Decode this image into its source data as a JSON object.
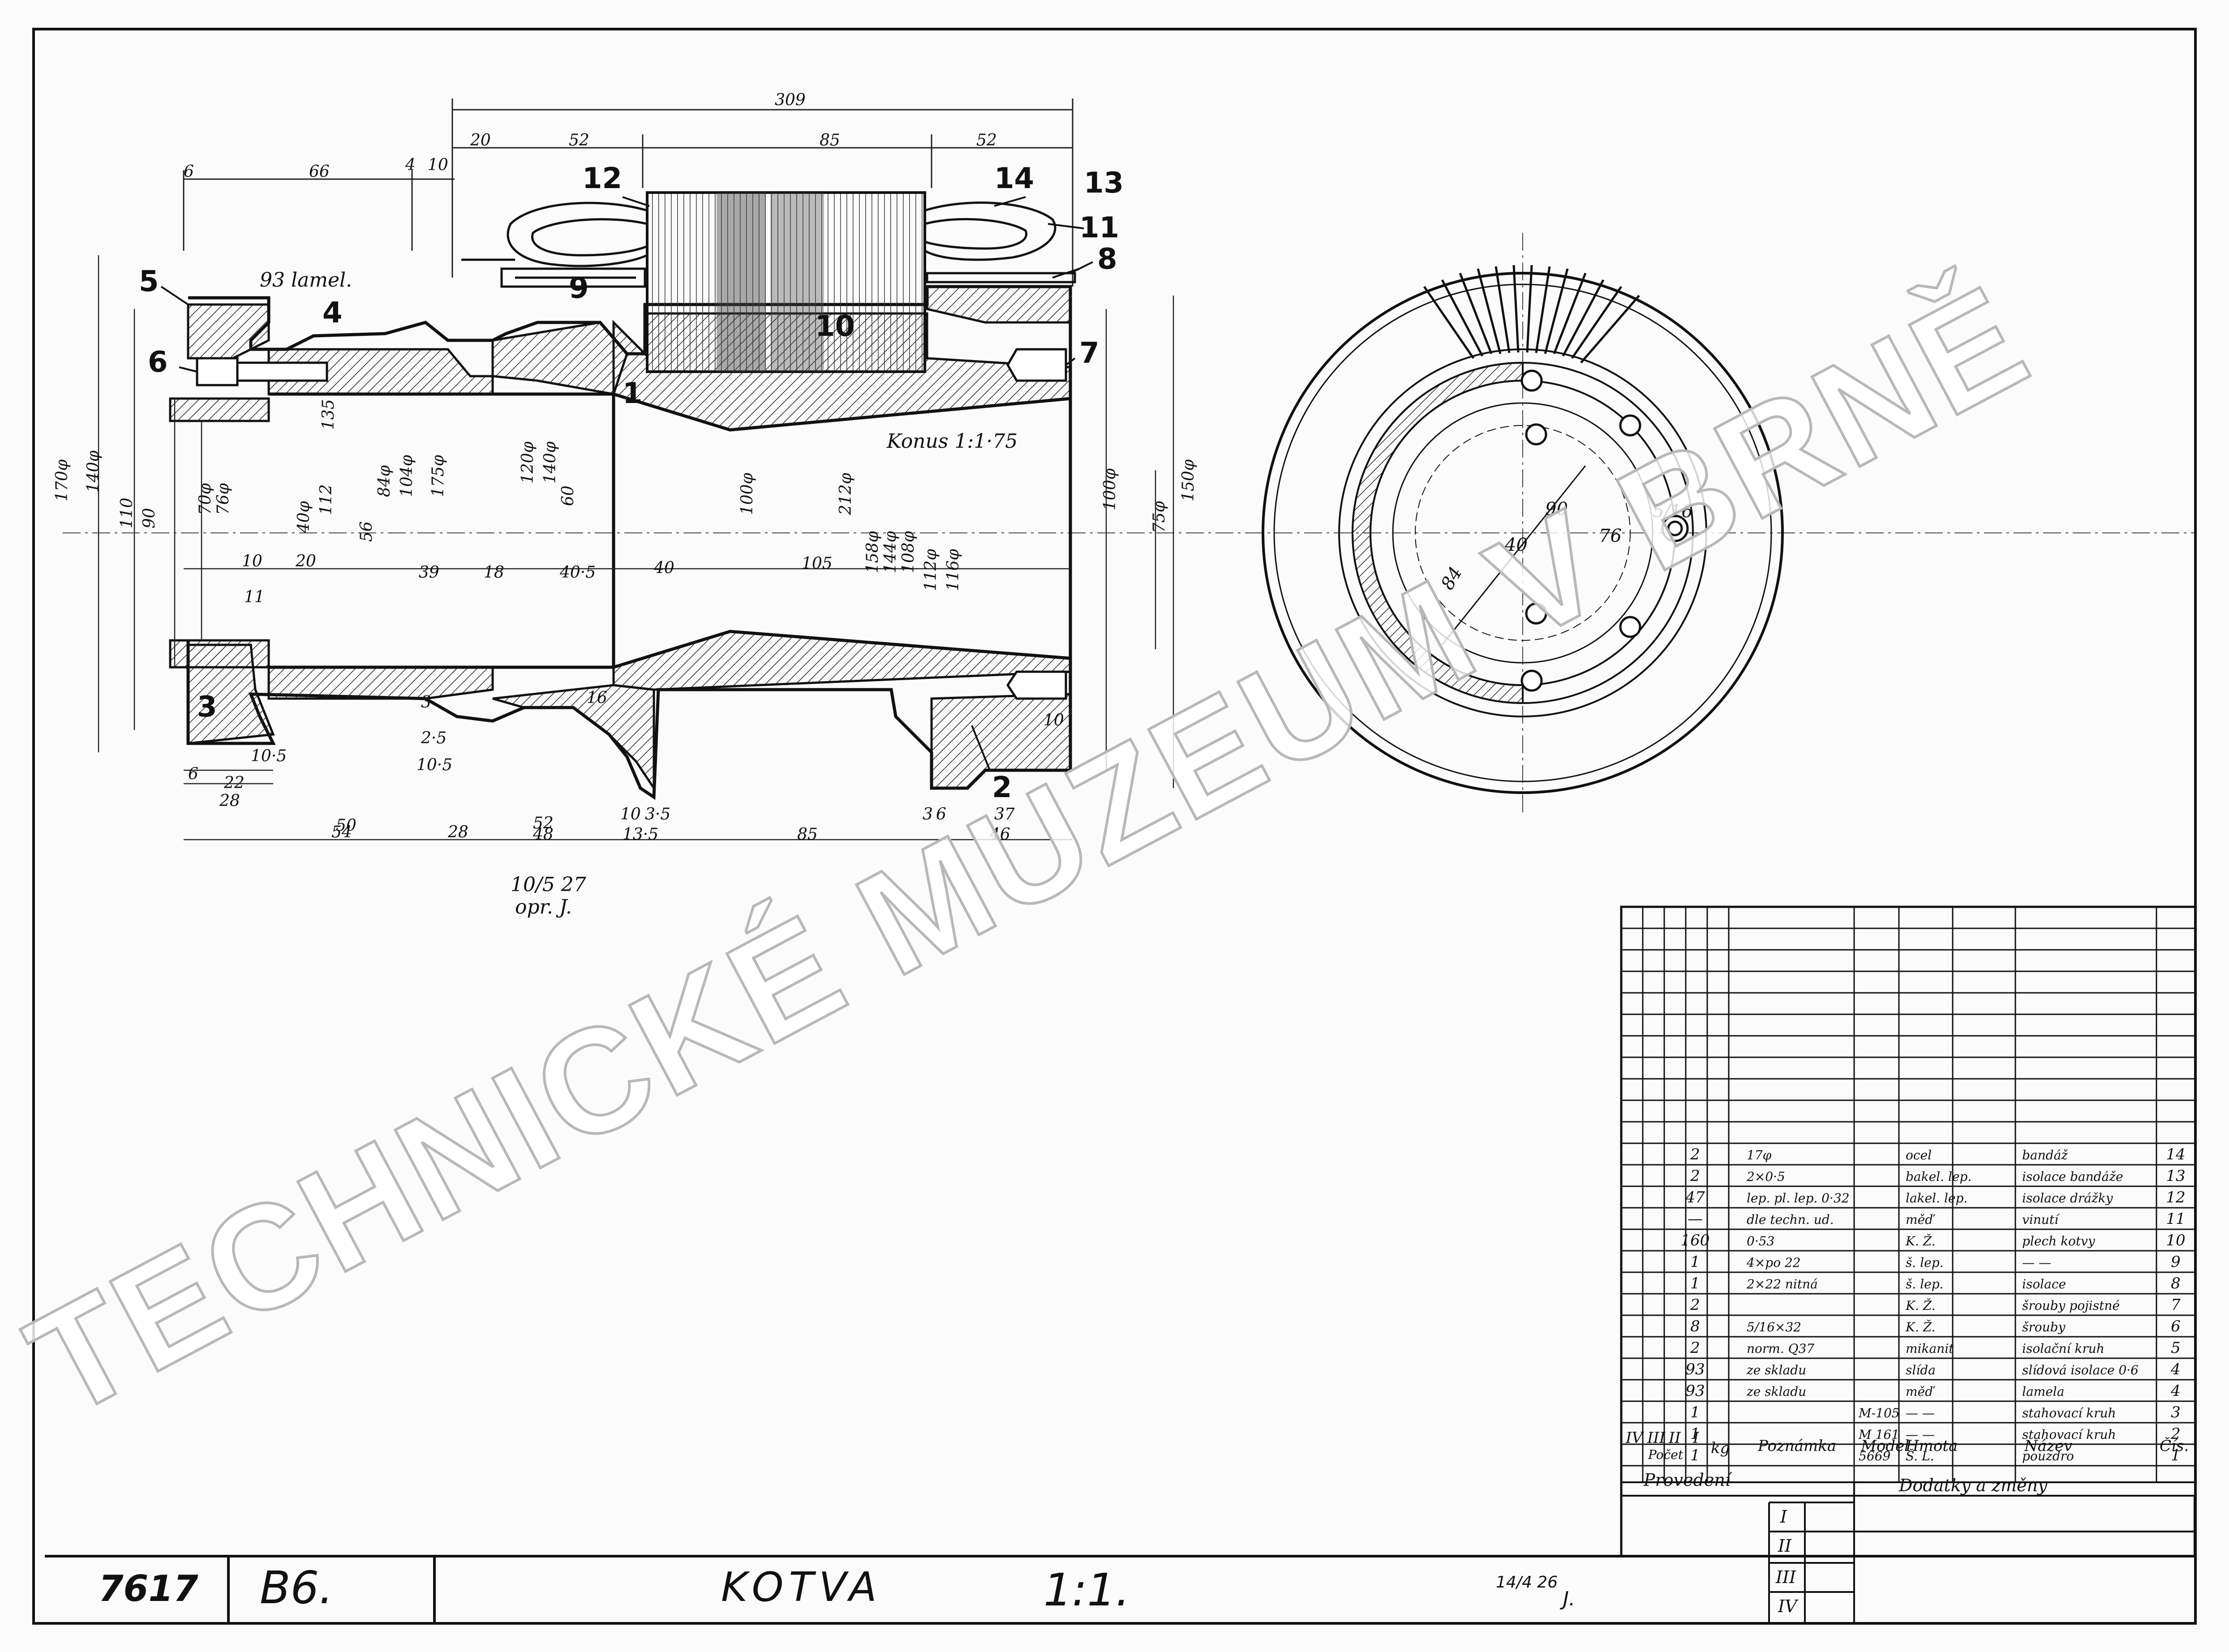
{
  "drawing": {
    "number": "7617",
    "format": "B6.",
    "title": "KOTVA",
    "scale": "1:1.",
    "date_sign": "14/4 26",
    "initial": "J.",
    "revision_note": "10/5 27",
    "revision_sign": "opr. J."
  },
  "watermark": "TECHNICKÉ MUZEUM V BRNĚ",
  "section_view": {
    "part_labels": [
      "1",
      "2",
      "3",
      "4",
      "5",
      "6",
      "7",
      "8",
      "9",
      "10",
      "11",
      "12",
      "13",
      "14"
    ],
    "notes": {
      "lamellae": "93 lamel.",
      "taper": "Konus 1:1·75"
    },
    "dims_top": [
      "309",
      "20",
      "52",
      "85",
      "52",
      "6",
      "66",
      "4",
      "10"
    ],
    "dims_left": [
      "170φ",
      "140φ",
      "110",
      "90",
      "70φ",
      "76φ",
      "135",
      "40φ",
      "112",
      "56",
      "84φ",
      "104φ",
      "175φ",
      "120φ",
      "140φ",
      "60",
      "10",
      "20",
      "11",
      "39",
      "18",
      "40·5",
      "40",
      "105"
    ],
    "dims_right": [
      "212φ",
      "100φ",
      "158φ",
      "144φ",
      "108φ",
      "112φ",
      "116φ",
      "100φ",
      "75φ",
      "150φ",
      "10"
    ],
    "dims_bottom": [
      "6",
      "22",
      "28",
      "10·5",
      "50",
      "54",
      "10·5",
      "2·5",
      "28",
      "52",
      "48",
      "10",
      "3·5",
      "13·5",
      "85",
      "3",
      "6",
      "37",
      "46",
      "3",
      "16"
    ]
  },
  "end_view": {
    "dims": [
      "90",
      "40",
      "76",
      "84",
      "5/16"
    ]
  },
  "bom": {
    "rows": [
      {
        "qty": "2",
        "dims": "17φ",
        "model": "",
        "sheet": "ocel",
        "name": "bandáž",
        "pos": "14"
      },
      {
        "qty": "2",
        "dims": "2×0·5",
        "model": "",
        "sheet": "bakel. lep.",
        "name": "isolace bandáže",
        "pos": "13"
      },
      {
        "qty": "47",
        "dims": "lep. pl. lep. 0·32",
        "model": "",
        "sheet": "lakel. lep.",
        "name": "isolace drážky",
        "pos": "12"
      },
      {
        "qty": "—",
        "dims": "dle techn. ud.",
        "model": "",
        "sheet": "měď",
        "name": "vinutí",
        "pos": "11"
      },
      {
        "qty": "160",
        "dims": "0·53",
        "model": "",
        "sheet": "K. Ž.",
        "name": "plech kotvy",
        "pos": "10"
      },
      {
        "qty": "1",
        "dims": "4×po 22",
        "model": "",
        "sheet": "š. lep.",
        "name": "— —",
        "pos": "9"
      },
      {
        "qty": "1",
        "dims": "2×22 nitná",
        "model": "",
        "sheet": "š. lep.",
        "name": "isolace",
        "pos": "8"
      },
      {
        "qty": "2",
        "dims": "",
        "model": "",
        "sheet": "K. Ž.",
        "name": "šrouby pojistné",
        "pos": "7"
      },
      {
        "qty": "8",
        "dims": "5/16×32",
        "model": "",
        "sheet": "K. Ž.",
        "name": "šrouby",
        "pos": "6"
      },
      {
        "qty": "2",
        "dims": "norm. Q37",
        "model": "",
        "sheet": "mikanit",
        "name": "isolační kruh",
        "pos": "5"
      },
      {
        "qty": "93",
        "dims": "ze skladu",
        "model": "",
        "sheet": "slída",
        "name": "slídová isolace 0·6",
        "pos": "4"
      },
      {
        "qty": "93",
        "dims": "ze skladu",
        "model": "",
        "sheet": "měď",
        "name": "lamela",
        "pos": "4"
      },
      {
        "qty": "1",
        "dims": "",
        "model": "M-105",
        "sheet": "— —",
        "name": "stahovací kruh",
        "pos": "3"
      },
      {
        "qty": "1",
        "dims": "",
        "model": "M 161",
        "sheet": "— —",
        "name": "stahovací kruh",
        "pos": "2"
      },
      {
        "qty": "1",
        "dims": "",
        "model": "5669",
        "sheet": "Š. L.",
        "name": "pouzdro",
        "pos": "1"
      }
    ],
    "header": {
      "cols": [
        "IV",
        "III",
        "II",
        "I"
      ],
      "pocet": "Počet",
      "kg": "kg",
      "poznamka": "Poznámka",
      "model": "Model",
      "hmota": "Hmota",
      "nazev": "Název",
      "cislo": "Čís."
    },
    "provedeni": "Provedení",
    "changes": "Dodatky a změny",
    "roman": [
      "I",
      "II",
      "III",
      "IV"
    ]
  }
}
